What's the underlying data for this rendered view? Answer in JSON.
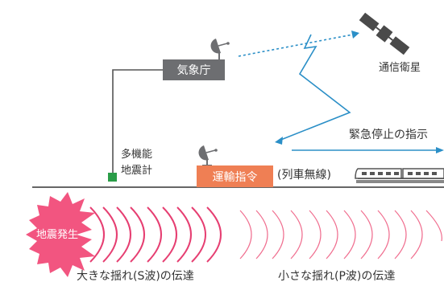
{
  "labels": {
    "jma": "気象庁",
    "satellite": "通信衛星",
    "seismometer_line1": "多機能",
    "seismometer_line2": "地震計",
    "emergency_stop": "緊急停止の指示",
    "operations_command": "運輸指令",
    "train_radio": "(列車無線)",
    "quake_origin": "地震発生",
    "s_wave": "大きな揺れ(S波)の伝達",
    "p_wave": "小さな揺れ(P波)の伝達"
  },
  "icons": [
    "satellite-icon",
    "parabolic-antenna-icon",
    "train-icon",
    "seismometer-icon",
    "quake-burst-icon"
  ],
  "colors": {
    "jma_box": "#6d6e71",
    "command_box": "#ef7f54",
    "signal_blue": "#2b8fc7",
    "s_wave": "#e63f72",
    "p_wave": "#f06e8f",
    "quake_burst": "#f25580",
    "seismometer": "#2a9d48",
    "ground": "#666666"
  }
}
